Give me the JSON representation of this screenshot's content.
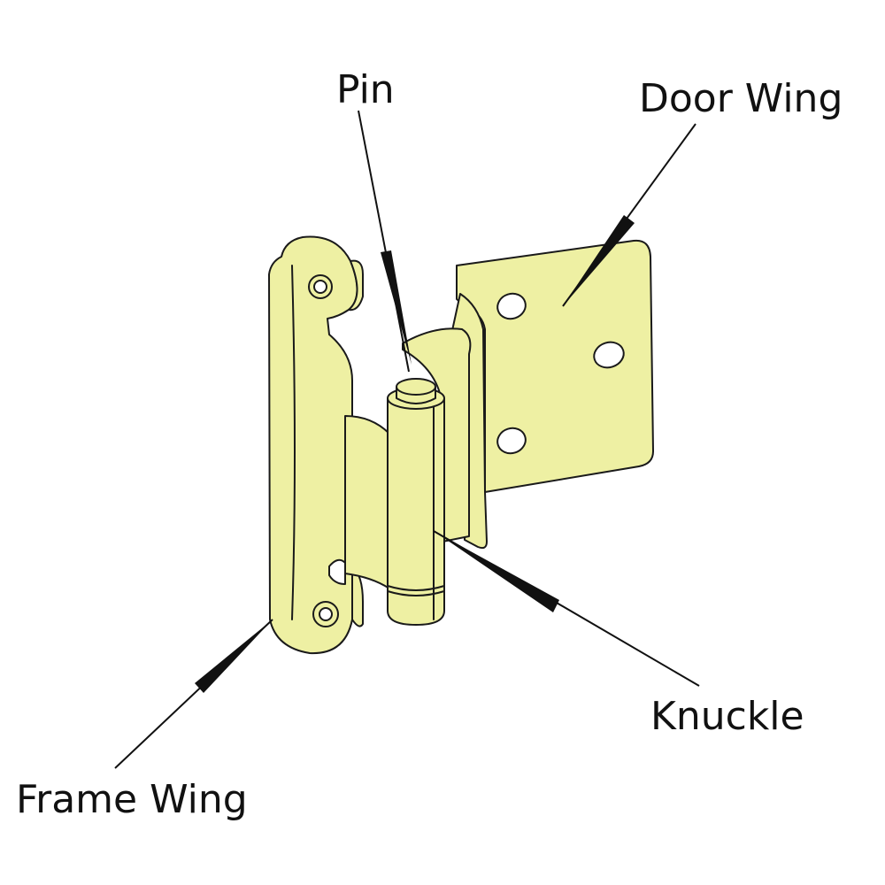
{
  "labels": {
    "pin": "Pin",
    "door_wing": "Door Wing",
    "knuckle": "Knuckle",
    "frame_wing": "Frame Wing"
  },
  "colors": {
    "body": "#eef0a3",
    "outline": "#1a1a1a",
    "background": "#ffffff"
  }
}
